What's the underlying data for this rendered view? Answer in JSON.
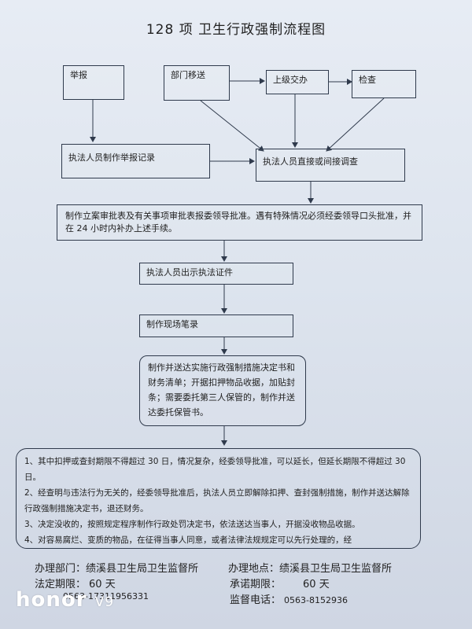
{
  "document": {
    "title": "128 项  卫生行政强制流程图",
    "boxes": {
      "report": "举报",
      "dept_transfer": "部门移送",
      "superior_assign": "上级交办",
      "inspection": "检查",
      "report_record": "执法人员制作举报记录",
      "investigation": "执法人员直接或间接调查",
      "approval": "制作立案审批表及有关事项审批表报委领导批准。遇有特殊情况必须经委领导口头批准，并在 24 小时内补办上述手续。",
      "show_cert": "执法人员出示执法证件",
      "onsite_record": "制作现场笔录",
      "decision": "制作并送达实施行政强制措施决定书和财务清单；开据扣押物品收据，加贴封条；需要委托第三人保管的，制作并送达委托保管书。"
    },
    "notes": [
      "1、其中扣押或查封期限不得超过 30 日，情况复杂，经委领导批准，可以延长，但延长期限不得超过 30 日。",
      "2、经查明与违法行为无关的，经委领导批准后，执法人员立即解除扣押、查封强制措施，制作并送达解除行政强制措施决定书，退还财务。",
      "3、决定没收的，按照规定程序制作行政处罚决定书，依法送达当事人，开据没收物品收据。",
      "4、对容易腐烂、变质的物品，在征得当事人同意，或者法律法规规定可以先行处理的，经"
    ],
    "footer": {
      "dept_label": "办理部门：",
      "dept_value": "绩溪县卫生局卫生监督所",
      "place_label": "办理地点：",
      "place_value": "绩溪县卫生局卫生监督所",
      "legal_term_label": "法定期限：",
      "legal_term_value": "60 天",
      "promised_term_label": "承诺期限：",
      "promised_term_value": "60 天",
      "phone_left": "0563-17311956331",
      "supervise_phone_label": "监督电话：",
      "supervise_phone_value": "0563-8152936"
    },
    "watermark": {
      "brand": "honor",
      "model": "V9"
    }
  }
}
